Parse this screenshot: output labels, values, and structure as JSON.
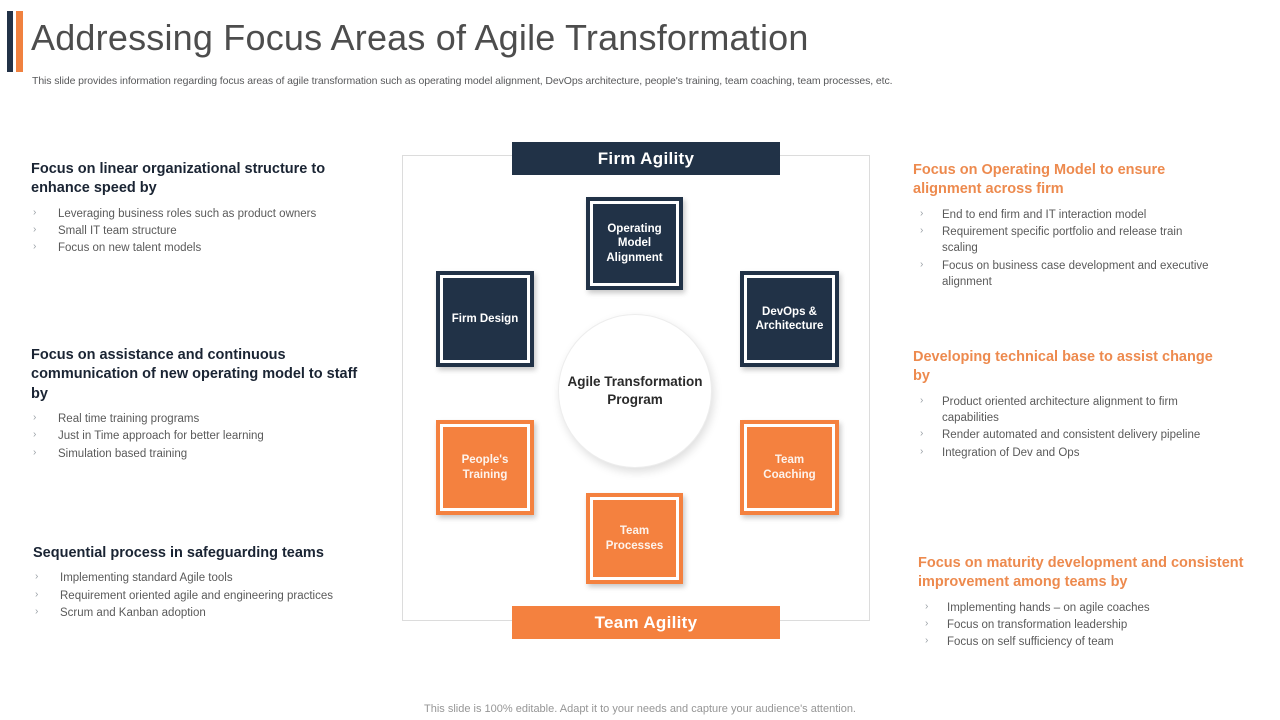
{
  "header": {
    "title": "Addressing Focus Areas of Agile Transformation",
    "subtitle": "This slide provides information regarding focus areas of agile transformation such as operating model alignment, DevOps architecture, people's training, team coaching, team processes, etc.",
    "accent_navy": "#223247",
    "accent_orange": "#F0813F"
  },
  "left_blocks": [
    {
      "heading": "Focus on linear organizational structure to enhance speed by",
      "bullets": [
        "Leveraging  business roles  such as product  owners",
        "Small IT team  structure",
        "Focus on new talent models"
      ]
    },
    {
      "heading": "Focus on assistance and  continuous communication of new operating model to staff by",
      "bullets": [
        "Real time training  programs",
        "Just in Time  approach  for better  learning",
        "Simulation  based training"
      ]
    },
    {
      "heading": "Sequential process in safeguarding teams",
      "bullets": [
        "Implementing  standard Agile tools",
        "Requirement  oriented agile and engineering  practices",
        "Scrum and Kanban adoption"
      ]
    }
  ],
  "right_blocks": [
    {
      "heading": "Focus on Operating Model to ensure alignment across firm",
      "bullets": [
        "End to end firm and IT  interaction model",
        "Requirement  specific portfolio and release train  scaling",
        "Focus on business case development  and executive  alignment"
      ]
    },
    {
      "heading": "Developing technical base to assist change by",
      "bullets": [
        "Product oriented  architecture  alignment to firm  capabilities",
        "Render  automated  and consistent delivery  pipeline",
        "Integration  of Dev  and Ops"
      ]
    },
    {
      "heading": "Focus on maturity development and consistent improvement among teams by",
      "bullets": [
        "Implementing  hands – on agile  coaches",
        "Focus on transformation  leadership",
        "Focus on self sufficiency  of team"
      ]
    }
  ],
  "diagram": {
    "top_banner": "Firm Agility",
    "bottom_banner": "Team Agility",
    "center": "Agile Transformation Program",
    "navy_color": "#213247",
    "orange_color": "#F4813F",
    "nodes": {
      "operating_model": "Operating Model Alignment",
      "firm_design": "Firm Design",
      "devops_architecture": "DevOps & Architecture",
      "peoples_training": "People's Training",
      "team_coaching": "Team Coaching",
      "team_processes": "Team Processes"
    }
  },
  "footer": {
    "note": "This slide is 100% editable. Adapt it to your needs and capture your audience's attention."
  },
  "icons": {
    "bullet_chevron": "›"
  }
}
